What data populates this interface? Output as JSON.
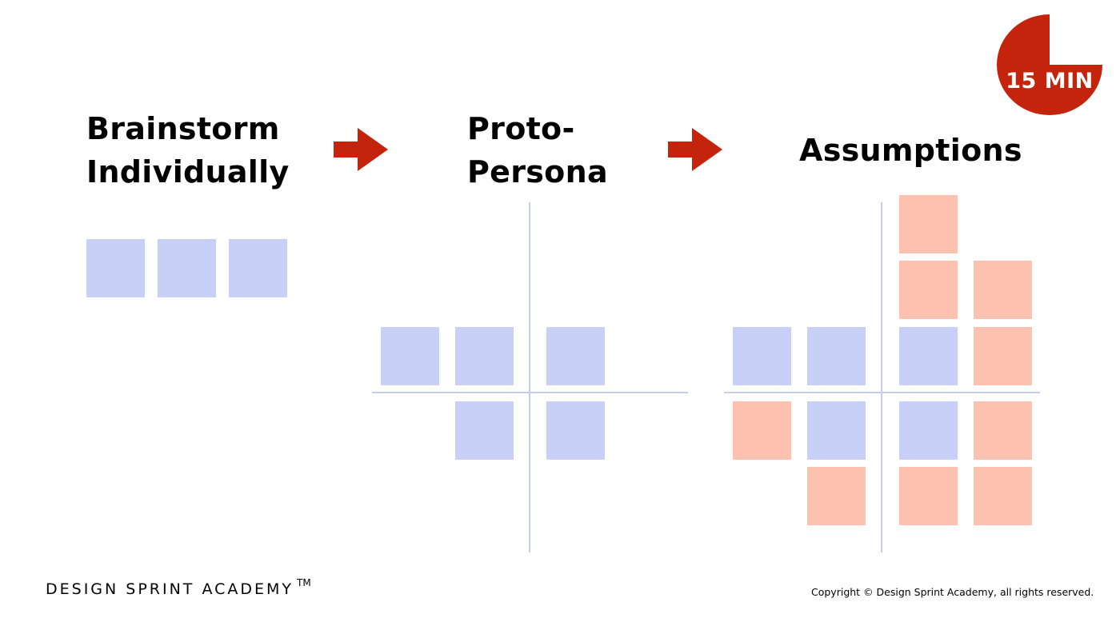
{
  "steps": [
    {
      "line1": "Brainstorm",
      "line2": "Individually"
    },
    {
      "line1": "Proto-",
      "line2": "Persona"
    },
    {
      "line1": "Assumptions"
    }
  ],
  "timer": {
    "label": "15 MIN",
    "color": "#c4230c"
  },
  "footer": {
    "brand": "DESIGN SPRINT ACADEMY",
    "trademark": "TM",
    "copyright": "Copyright © Design Sprint Academy, all rights reserved."
  },
  "colors": {
    "arrow": "#c4230c",
    "note_blue": "#c8d0f8",
    "note_salmon": "#fdc1b0",
    "axis": "#c5cde8"
  }
}
